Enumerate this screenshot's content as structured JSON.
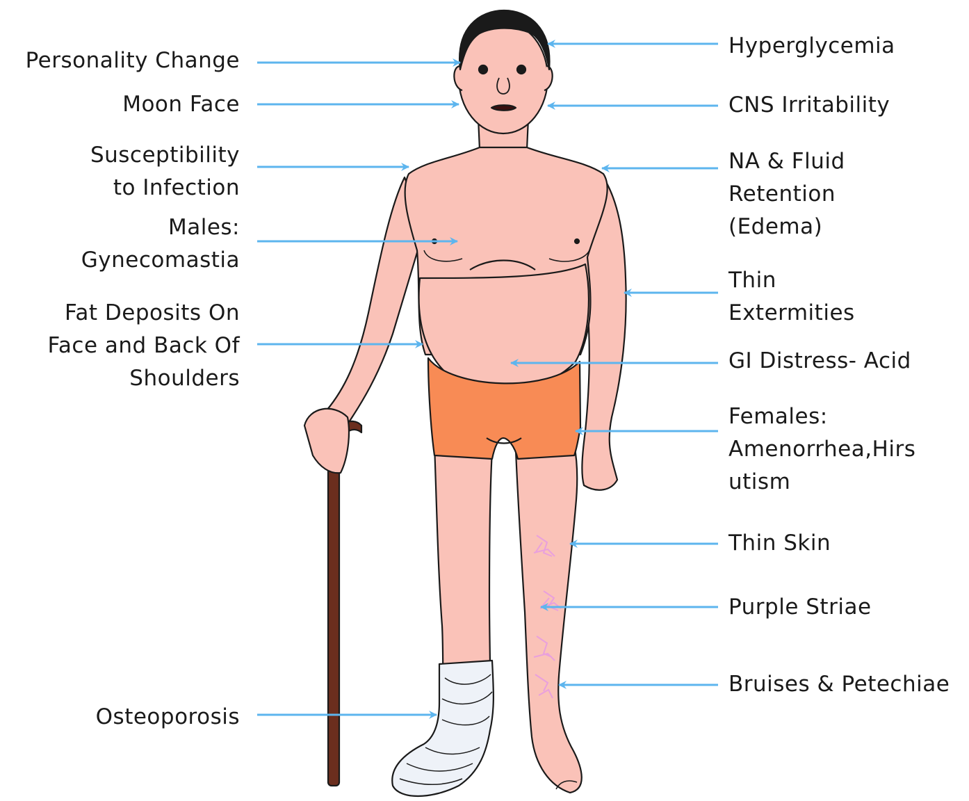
{
  "colors": {
    "arrow": "#5db5ee",
    "skin": "#fac2b8",
    "shorts": "#f88b55",
    "cane": "#6b2e1e",
    "cast": "#eef2f8",
    "striae": "#e9a0dd",
    "outline": "#1a1a1a"
  },
  "labels_left": [
    {
      "id": "personality-change",
      "text": "Personality Change"
    },
    {
      "id": "moon-face",
      "text": "Moon Face"
    },
    {
      "id": "infection",
      "text": "Susceptibility\nto Infection"
    },
    {
      "id": "gynecomastia",
      "text": "Males:\nGynecomastia"
    },
    {
      "id": "fat-deposits",
      "text": "Fat Deposits On\nFace and Back Of\nShoulders"
    },
    {
      "id": "osteoporosis",
      "text": "Osteoporosis"
    }
  ],
  "labels_right": [
    {
      "id": "hyperglycemia",
      "text": "Hyperglycemia"
    },
    {
      "id": "cns-irritability",
      "text": "CNS Irritability"
    },
    {
      "id": "fluid-retention",
      "text": "NA & Fluid\nRetention\n(Edema)"
    },
    {
      "id": "thin-extremities",
      "text": "Thin\nExtermities"
    },
    {
      "id": "gi-distress",
      "text": "GI Distress- Acid"
    },
    {
      "id": "females",
      "text": "Females:\nAmenorrhea,Hirs\nutism"
    },
    {
      "id": "thin-skin",
      "text": "Thin Skin"
    },
    {
      "id": "purple-striae",
      "text": "Purple Striae"
    },
    {
      "id": "bruises",
      "text": "Bruises & Petechiae"
    }
  ]
}
